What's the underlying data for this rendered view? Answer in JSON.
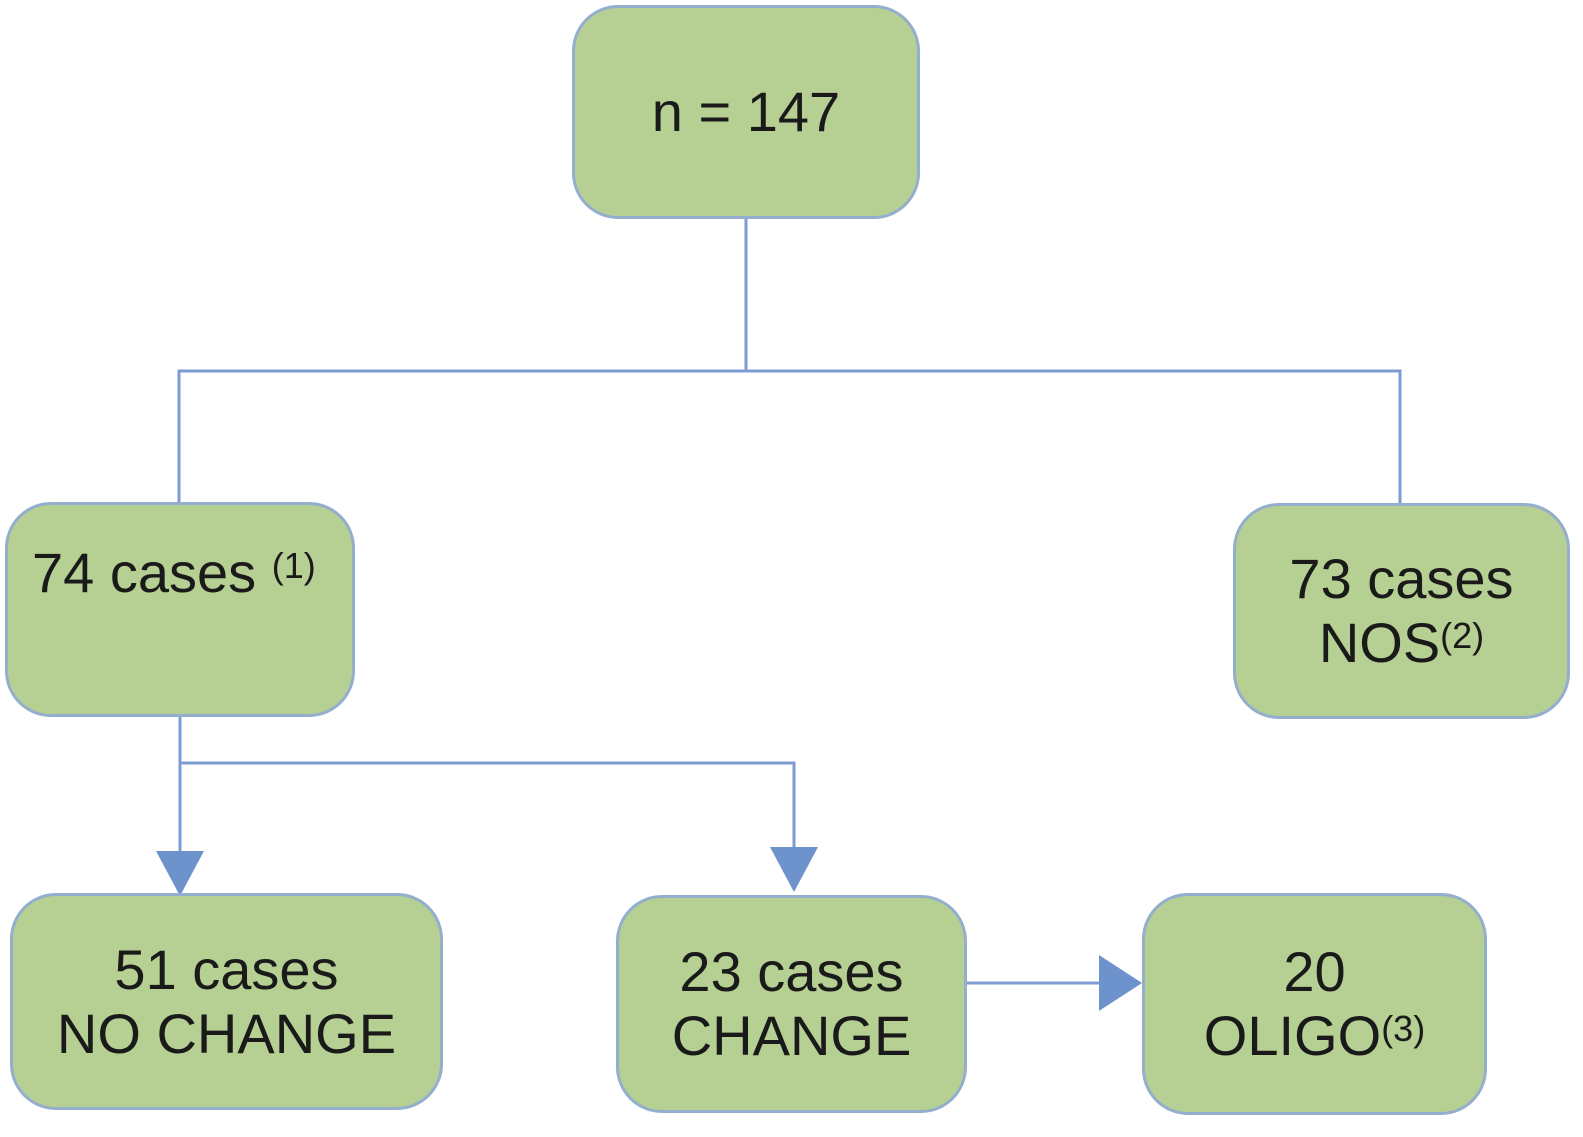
{
  "diagram": {
    "type": "flowchart",
    "nodes": {
      "root": {
        "label": "n = 147"
      },
      "cases_74": {
        "text": "74 cases",
        "sup": "(1)"
      },
      "cases_73": {
        "line1": "73 cases",
        "line2": "NOS",
        "sup": "(2)"
      },
      "no_change": {
        "line1": "51 cases",
        "line2": "NO CHANGE"
      },
      "change": {
        "line1": "23 cases",
        "line2": "CHANGE"
      },
      "oligo": {
        "line1": "20",
        "line2": "OLIGO",
        "sup": "(3)"
      }
    },
    "edges": [
      {
        "from": "root",
        "to": "cases_74",
        "arrowhead": false
      },
      {
        "from": "root",
        "to": "cases_73",
        "arrowhead": false
      },
      {
        "from": "cases_74",
        "to": "no_change",
        "arrowhead": true
      },
      {
        "from": "cases_74",
        "to": "change",
        "arrowhead": true
      },
      {
        "from": "change",
        "to": "oligo",
        "arrowhead": true
      }
    ],
    "colors": {
      "node_fill": "#b6cf92",
      "node_border": "#94aecd",
      "connector": "#7e9cd1",
      "arrowhead": "#6d92cc",
      "text": "#1a1a1a",
      "background": "#ffffff"
    }
  }
}
